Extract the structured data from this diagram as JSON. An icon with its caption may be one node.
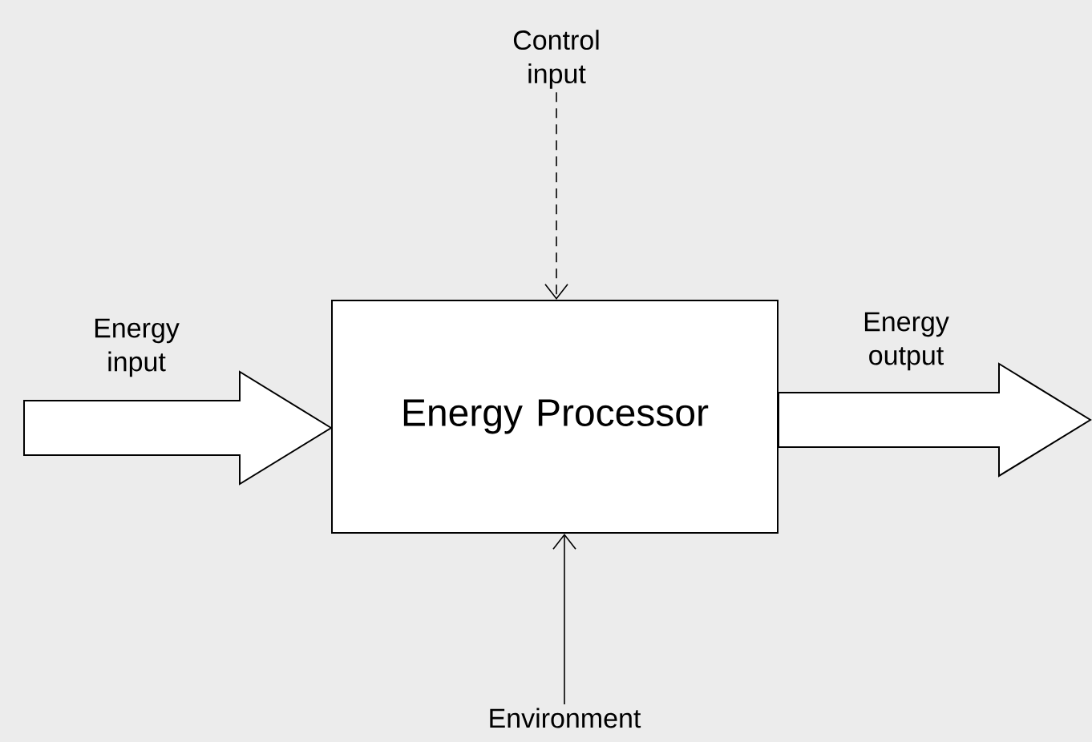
{
  "diagram": {
    "nodes": [
      {
        "text": [
          "Energy Processor"
        ]
      },
      {
        "text": [
          "Control input"
        ]
      },
      {
        "text": [
          "Environment"
        ]
      }
    ],
    "edges": [
      {
        "from": null,
        "to": 0,
        "arrow": "to",
        "label": "Energy input",
        "style": "thick"
      },
      {
        "from": 0,
        "to": null,
        "arrow": "to",
        "label": "Energy output",
        "style": "thick"
      },
      {
        "from": 1,
        "to": 0,
        "arrow": "to",
        "style": "dashed"
      },
      {
        "from": 2,
        "to": 0,
        "arrow": "to"
      }
    ]
  }
}
